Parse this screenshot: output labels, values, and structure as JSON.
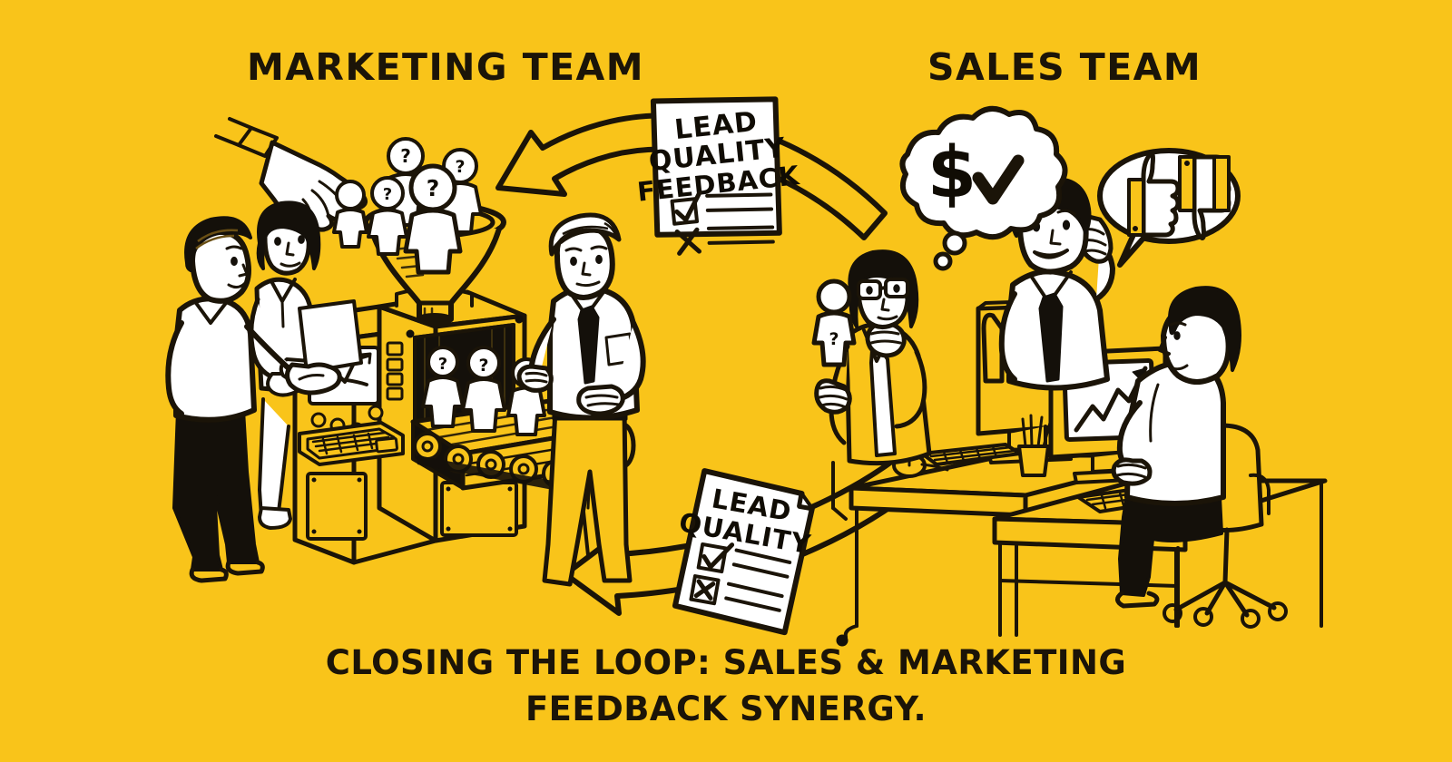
{
  "meta": {
    "background_color": "#F9C41A",
    "ink_color": "#1b1408",
    "paper_color": "#ffffff",
    "style": "hand-drawn doodle line illustration"
  },
  "headers": {
    "left": "MARKETING TEAM",
    "right": "SALES TEAM"
  },
  "caption": {
    "line1": "CLOSING THE LOOP: SALES & MARKETING",
    "line2": "FEEDBACK SYNERGY."
  },
  "documents": {
    "top": {
      "name": "lead-quality-feedback-document",
      "lines": [
        "LEAD",
        "QUALITY",
        "FEEDBACK"
      ],
      "checkbox_marks": [
        "check",
        "cross"
      ],
      "ruled_lines": 4
    },
    "bottom": {
      "name": "lead-quality-document",
      "lines": [
        "LEAD",
        "QUALITY"
      ],
      "checkbox_marks": [
        "check",
        "cross"
      ],
      "ruled_lines": 4
    }
  },
  "arrows": [
    {
      "name": "feedback-arrow-sales-to-marketing-top",
      "direction": "left",
      "label": "LEAD QUALITY FEEDBACK"
    },
    {
      "name": "feedback-arrow-sales-to-marketing-bottom",
      "direction": "left",
      "label": "LEAD QUALITY"
    }
  ],
  "bubbles": {
    "thought": {
      "name": "thought-bubble-money-approved",
      "icons": [
        "dollar-sign-icon",
        "check-mark-icon"
      ],
      "symbols": [
        "$",
        "✔"
      ]
    },
    "speech": {
      "name": "speech-bubble-thumbs",
      "icons": [
        "thumbs-up-icon",
        "thumbs-down-icon"
      ]
    }
  },
  "scene": {
    "marketing": {
      "label": "marketing-team-scene",
      "elements": [
        {
          "name": "lead-funnel",
          "description": "funnel filled with question-mark lead figures"
        },
        {
          "name": "hand-dropping-lead",
          "description": "hand dropping a lead figure into the funnel"
        },
        {
          "name": "lead-machine",
          "description": "machine with chart monitor, dials and keyboard"
        },
        {
          "name": "machine-monitor-chart",
          "description": "rising zig-zag line chart on machine screen"
        },
        {
          "name": "conveyor-belt",
          "description": "conveyor belt carrying lead figures out of machine"
        },
        {
          "name": "lead-figure",
          "count": 3,
          "marker": "?"
        },
        {
          "name": "marketer-standing-front",
          "description": "man in white shirt and dark trousers pointing at machine"
        },
        {
          "name": "marketer-with-clipboard",
          "description": "woman with bob haircut holding a clipboard"
        },
        {
          "name": "marketer-at-conveyor",
          "description": "man in shirt and tie taking a lead off the conveyor"
        }
      ]
    },
    "sales": {
      "label": "sales-team-scene",
      "elements": [
        {
          "name": "salesperson-inspecting-lead",
          "description": "woman with glasses holding a question-mark lead figure, hand on chin"
        },
        {
          "name": "salesperson-on-phone",
          "description": "man in shirt and tie talking on the phone"
        },
        {
          "name": "salesperson-at-computer",
          "description": "man seated on office chair typing at a keyboard"
        },
        {
          "name": "desk",
          "count": 2
        },
        {
          "name": "monitor",
          "count": 2
        },
        {
          "name": "monitor-chart",
          "description": "rising arrow chart on sales monitor"
        },
        {
          "name": "keyboard",
          "count": 2
        },
        {
          "name": "computer-mouse",
          "count": 1
        },
        {
          "name": "pen-cup",
          "count": 1
        },
        {
          "name": "office-chair",
          "count": 2
        }
      ]
    }
  }
}
